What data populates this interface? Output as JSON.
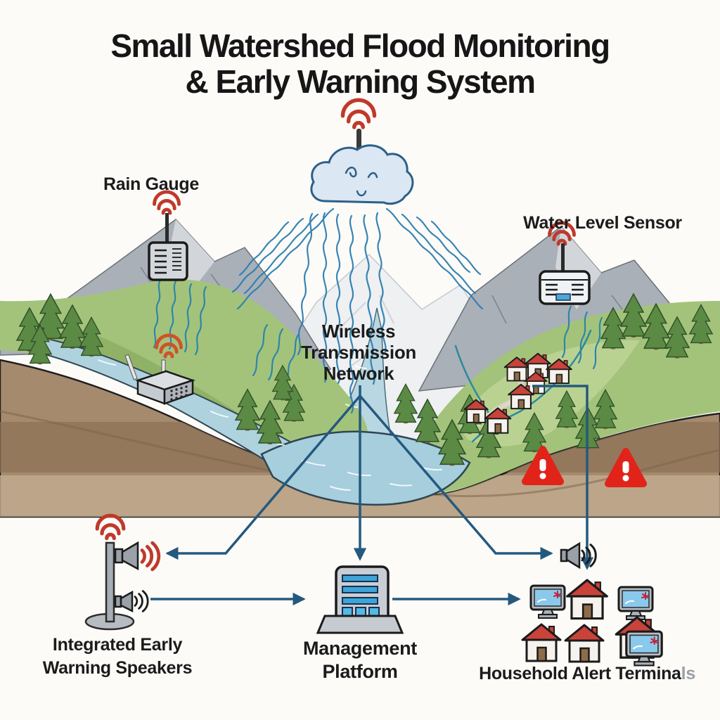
{
  "title": {
    "line1": "Small Watershed Flood Monitoring",
    "line2": "& Early Warning System"
  },
  "nodes": {
    "rain_gauge": {
      "label": "Rain Gauge"
    },
    "water_level_sensor": {
      "label": "Water Level Sensor"
    },
    "wireless_network": {
      "line1": "Wireless",
      "line2": "Transmission",
      "line3": "Network"
    },
    "warning_speakers": {
      "line1": "Integrated Early",
      "line2": "Warning Speakers"
    },
    "management_platform": {
      "line1": "Management",
      "line2": "Platform"
    },
    "household_terminals": {
      "part1": "Household Alert Termina",
      "part2": "ls"
    }
  },
  "icons": {
    "wifi_signal": "wifi-signal-icon",
    "rain_cloud": "rain-cloud-icon",
    "sound_waves": "sound-waves-icon",
    "speaker_horn": "speaker-horn-icon",
    "warning_triangle": "warning-triangle-icon",
    "alert_monitor": "alert-monitor-icon",
    "house": "house-icon",
    "pine_tree": "pine-tree-icon",
    "warning_triangle_count": 2
  },
  "connections": [
    {
      "from": "wireless-transmission-network",
      "to": "integrated-early-warning-speakers"
    },
    {
      "from": "wireless-transmission-network",
      "to": "management-platform"
    },
    {
      "from": "wireless-transmission-network",
      "to": "household-speaker"
    },
    {
      "from": "village-houses",
      "to": "household-alert-terminals"
    },
    {
      "from": "integrated-early-warning-speakers",
      "to": "management-platform"
    },
    {
      "from": "management-platform",
      "to": "household-alert-terminals"
    }
  ],
  "colors": {
    "arrow_blue": "#24597f",
    "alert_red": "#e2231a",
    "wifi_red": "#c0392b",
    "station_wifi_orange": "#d0512b",
    "rain_blue": "#2e7eb0",
    "water_blue": "#aed2de",
    "screen_blue": "#8ac9ec",
    "platform_bar_blue": "#3ea4d8",
    "mountain_gray": "#a9b0b7",
    "hill_green": "#a3c37b",
    "soil_brown": "#a58a6d",
    "house_roof_red": "#c9433a",
    "label_fade_gray": "#9aa0a6"
  }
}
